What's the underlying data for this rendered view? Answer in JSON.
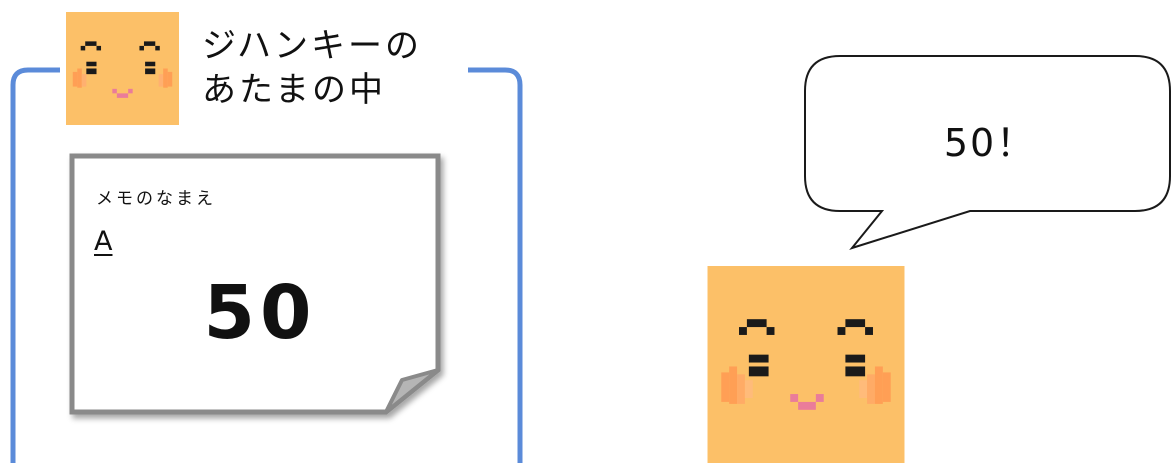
{
  "frame": {
    "label_line1": "ジハンキーの",
    "label_line2": "あたまの中",
    "border_color": "#5b8bd9"
  },
  "memo": {
    "caption": "メモのなまえ",
    "name": "A",
    "value": "50"
  },
  "bubble": {
    "text": "50！"
  },
  "character": {
    "icon": "vending-machine-face-icon",
    "face_color": "#fcc068"
  }
}
